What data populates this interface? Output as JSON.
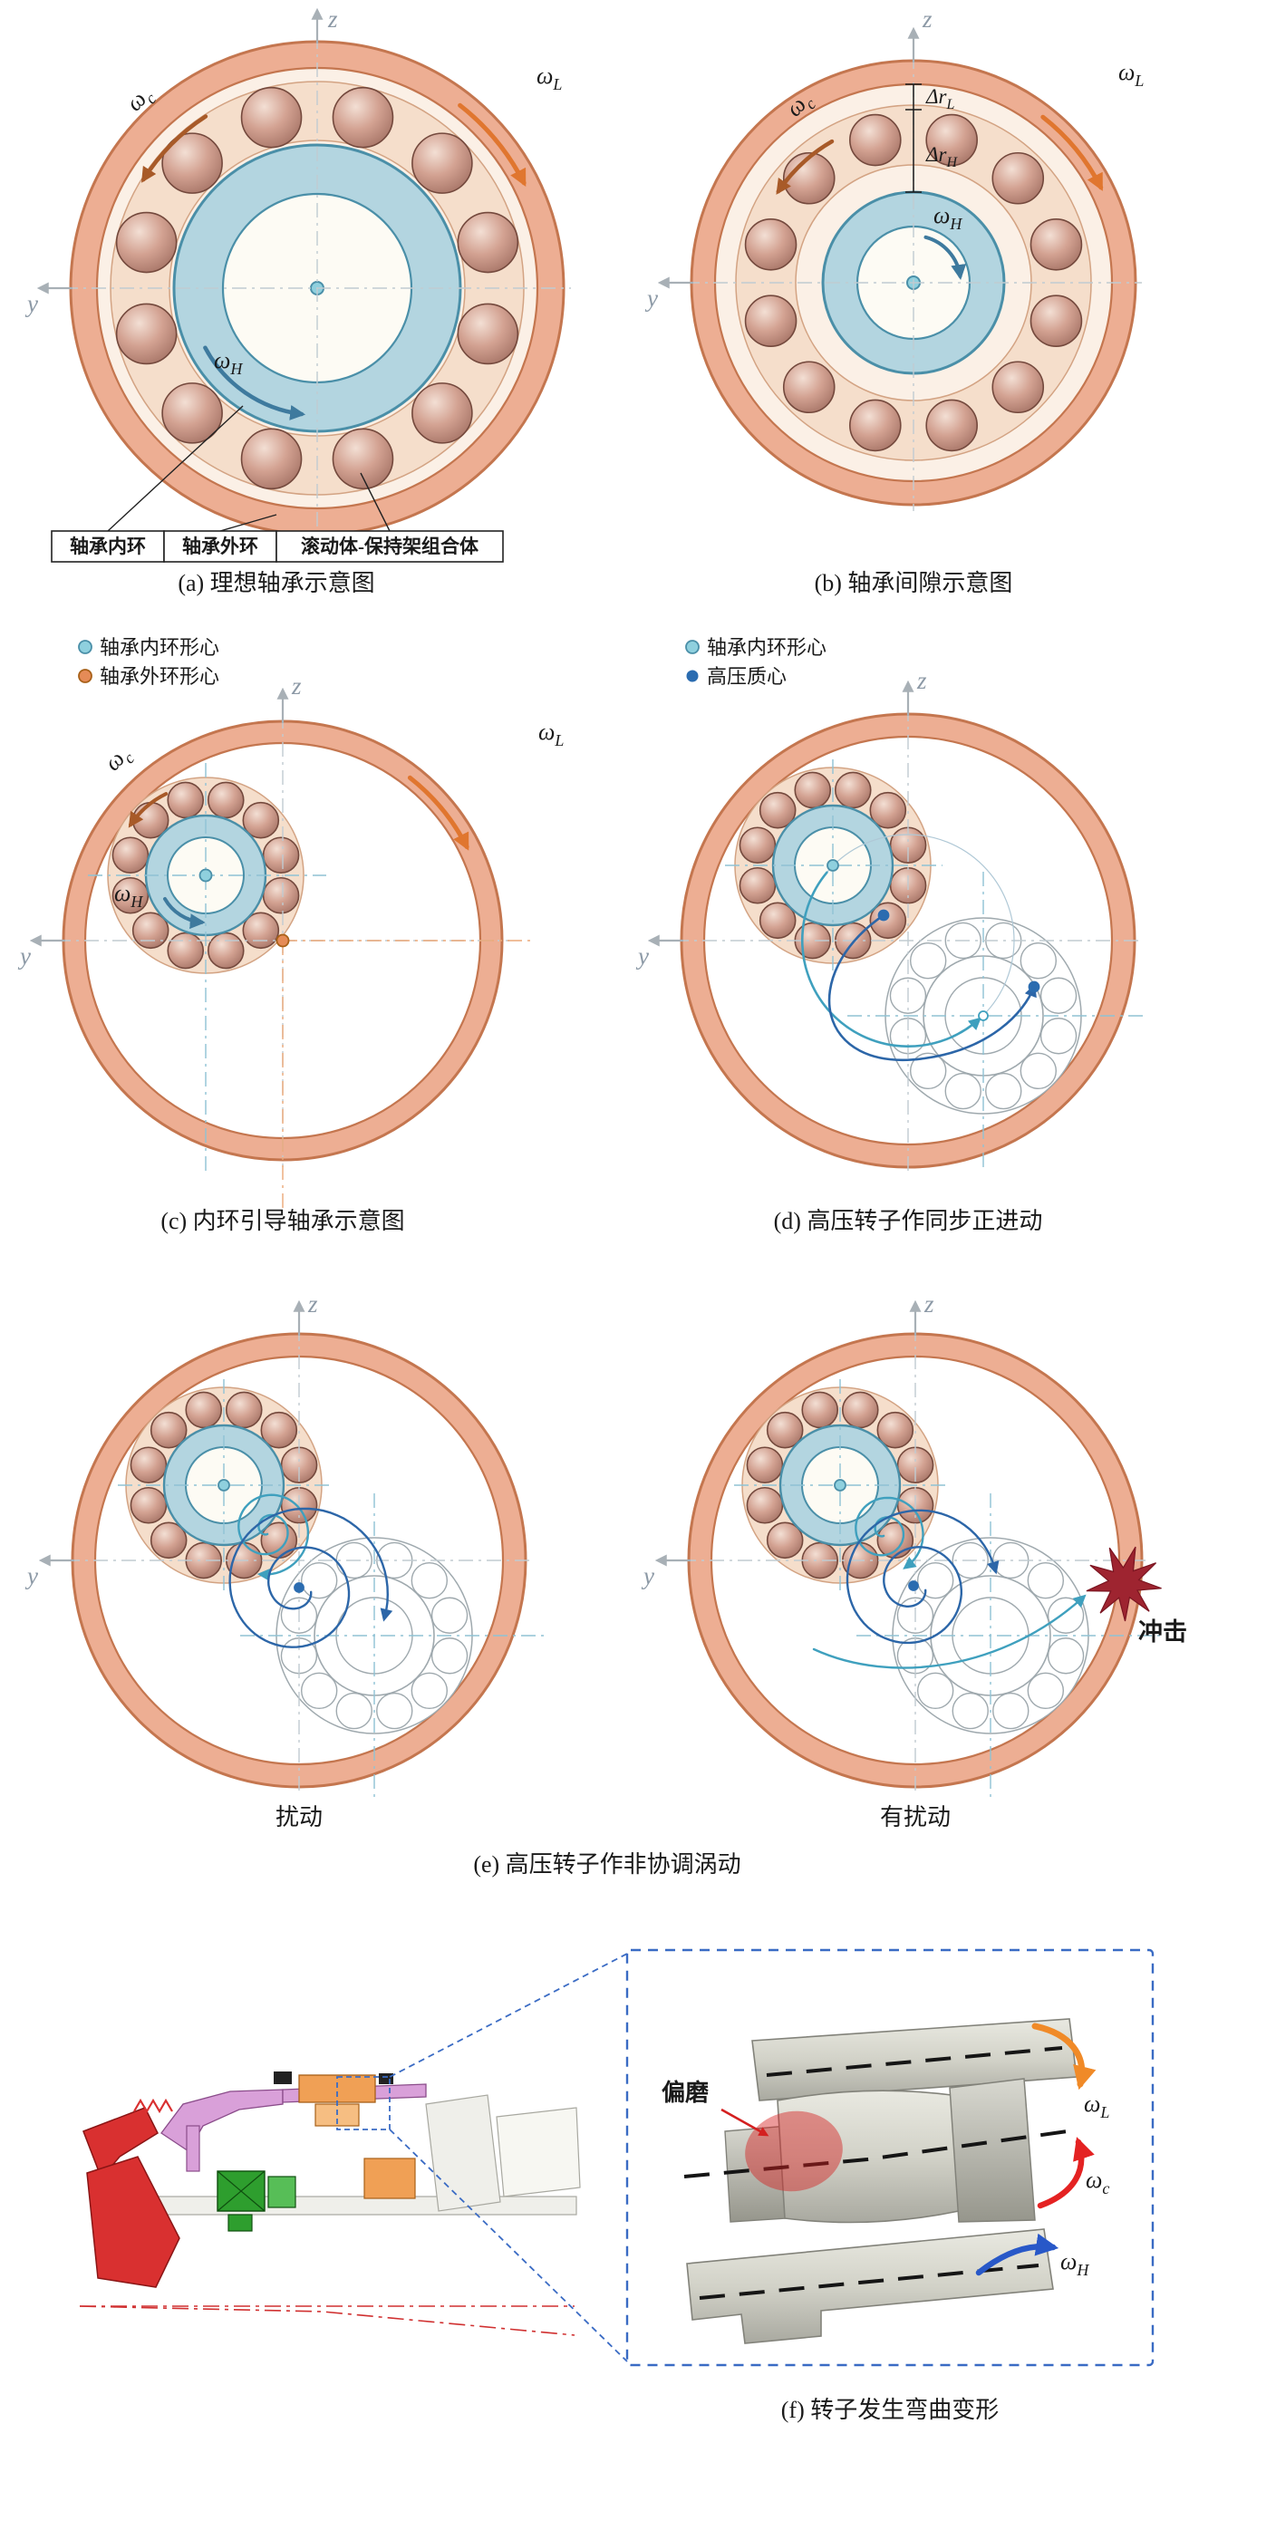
{
  "figure": {
    "captions": {
      "a": "(a) 理想轴承示意图",
      "b": "(b) 轴承间隙示意图",
      "c": "(c) 内环引导轴承示意图",
      "d": "(d) 高压转子作同步正进动",
      "e": "(e) 高压转子作非协调涡动",
      "e_left": "扰动",
      "e_right": "有扰动",
      "f": "(f) 转子发生弯曲变形"
    },
    "part_labels": {
      "inner_ring": "轴承内环",
      "outer_ring": "轴承外环",
      "cage_assembly": "滚动体-保持架组合体"
    },
    "legend": {
      "inner_center": "轴承内环形心",
      "outer_center": "轴承外环形心",
      "hp_center": "高压质心"
    },
    "annotations": {
      "impact": "冲击",
      "wear": "偏磨"
    },
    "symbols": {
      "omega": "ω",
      "sub_L": "L",
      "sub_c": "c",
      "sub_H": "H",
      "delta_r": "Δr",
      "axis_z": "z",
      "axis_y": "y"
    },
    "palette": {
      "outer_ring_fill": "#EDAE93",
      "outer_ring_stroke": "#C4764F",
      "race_fill": "#FBF0E6",
      "cage_fill": "#F5DECB",
      "cage_stroke": "#D3A383",
      "ball_stroke": "#74493D",
      "inner_ring_fill": "#B3D5E0",
      "inner_ring_stroke": "#4A8FA8",
      "bore_fill": "#FDFBF4",
      "center_dot": "#8FD0DE",
      "axis_gray": "#A8B0B6",
      "dashdot_gray": "#C0CBD1",
      "dashdot_teal": "#8FC2D4",
      "dashdot_orange": "#EBA878",
      "omega_L": "#E0762F",
      "omega_c": "#A85A28",
      "omega_H": "#3E7A9E",
      "traj_teal": "#3FA0BE",
      "traj_blue": "#2C66A8",
      "ghost_stroke": "#9FA9AE",
      "legend_inner": "#8FD0DE",
      "legend_outer": "#E58B57",
      "legend_hp": "#2B6CB0",
      "impact_red": "#9E2430",
      "impact_text": "#C01820",
      "wear_red": "#D42020",
      "f_omega_L": "#F08A28",
      "f_omega_c": "#E42222",
      "f_omega_H": "#2858C8",
      "engine_red": "#D93030",
      "engine_red_dark": "#8A1515",
      "engine_magenta": "#D9A0D9",
      "engine_magenta_dark": "#8A4C8A",
      "engine_green": "#2E9E2E",
      "engine_green_light": "#57BE57",
      "engine_green_dark": "#0F4F0F",
      "engine_orange": "#F0A055",
      "engine_orange_light": "#F6BE82",
      "engine_orange_dark": "#A86018",
      "engine_gray": "#EFEFEA",
      "engine_gray_stroke": "#A8A8A0",
      "axis_red": "#D03030",
      "zoom_blue": "#3A6BC4",
      "metal_edge": "#82827A",
      "label_black": "#1A1A1A"
    }
  }
}
